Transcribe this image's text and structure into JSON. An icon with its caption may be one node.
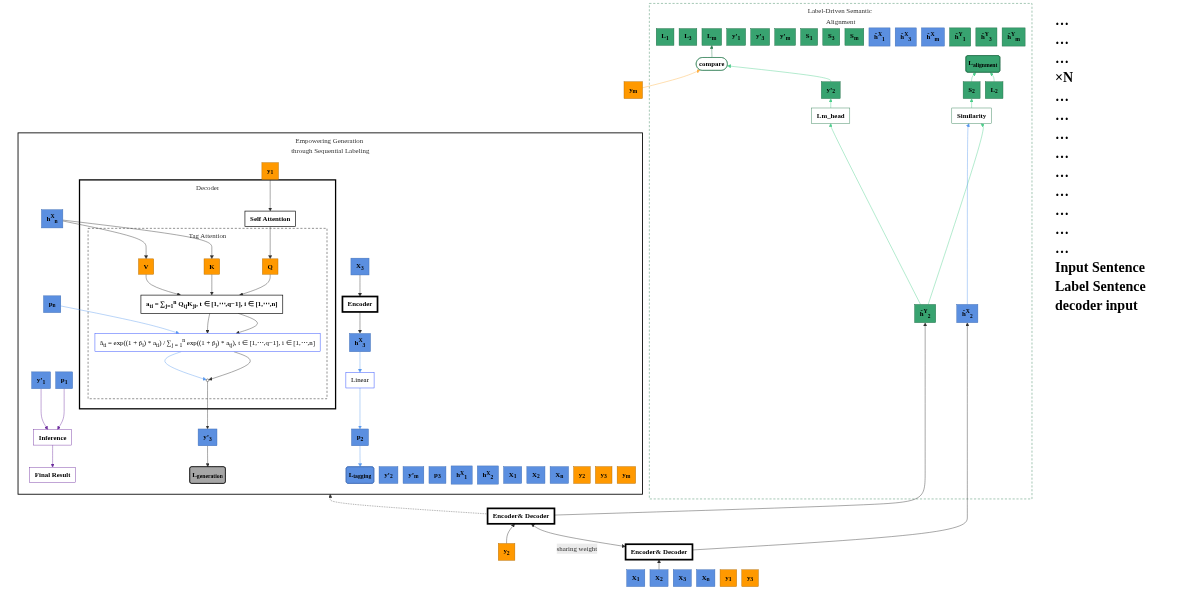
{
  "diagram": {
    "nodes": [
      {
        "text": [
          "Label-Driven Semantic Alignment"
        ]
      },
      {
        "text": [
          "L$_{1}$"
        ],
        "in": 0
      },
      {
        "text": [
          "L$_{2}$"
        ],
        "in": 0
      },
      {
        "text": [
          "L$_{3}$"
        ],
        "in": 0
      },
      {
        "text": [
          "L$_{m}$"
        ],
        "in": 0
      },
      {
        "text": [
          "compare"
        ],
        "in": 0
      },
      {
        "text": [
          "L$_{alignment}$"
        ],
        "in": 0
      },
      {
        "text": [
          "y’$_{1}$"
        ],
        "in": 0
      },
      {
        "text": [
          "y’$_{2}$"
        ],
        "in": 0
      },
      {
        "text": [
          "y’$_{3}$"
        ],
        "in": 0
      },
      {
        "text": [
          "y’$_{m}$"
        ],
        "in": 0
      },
      {
        "text": [
          "S$_{1}$"
        ],
        "in": 0
      },
      {
        "text": [
          "S$_{2}$"
        ],
        "in": 0
      },
      {
        "text": [
          "S$_{3}$"
        ],
        "in": 0
      },
      {
        "text": [
          "S$_{m}$"
        ],
        "in": 0
      },
      {
        "text": [
          "Lm_head"
        ],
        "in": 0
      },
      {
        "text": [
          "Similarity"
        ],
        "in": 0
      },
      {
        "text": [
          "ĥ$^{X}$$_{1}$"
        ],
        "in": 0
      },
      {
        "text": [
          "ĥ$^{X}$$_{2}$"
        ],
        "in": 0
      },
      {
        "text": [
          "ĥ$^{X}$$_{3}$"
        ],
        "in": 0
      },
      {
        "text": [
          "ĥ$^{X}$$_{m}$"
        ],
        "in": 0
      },
      {
        "text": [
          "ĥ$^{Y}$$_{1}$"
        ],
        "in": 0
      },
      {
        "text": [
          "ĥ$^{Y}$$_{2}$"
        ],
        "in": 0
      },
      {
        "text": [
          "ĥ$^{Y}$$_{3}$"
        ],
        "in": 0
      },
      {
        "text": [
          "ĥ$^{Y}$$_{m}$"
        ],
        "in": 0
      },
      {
        "text": [
          "Encoder& Decoder"
        ]
      },
      {
        "text": [
          "Encoder& Decoder"
        ]
      },
      {
        "text": [
          "X$_{1}$"
        ]
      },
      {
        "text": [
          "X$_{2}$"
        ]
      },
      {
        "text": [
          "X$_{3}$"
        ]
      },
      {
        "text": [
          "X$_{n}$"
        ]
      },
      {
        "text": [
          "y$_{1}$"
        ]
      },
      {
        "text": [
          "y$_{2}$"
        ]
      },
      {
        "text": [
          "y$_{3}$"
        ]
      },
      {
        "text": [
          "y$_{m}$"
        ]
      },
      {
        "text": [
          "Empowering Generation through Sequential Labeling"
        ]
      },
      {
        "text": [
          "Final Result"
        ],
        "in": 35
      },
      {
        "text": [
          "L$_{generation}$"
        ],
        "in": 35
      },
      {
        "text": [
          "Inference"
        ],
        "in": 35
      },
      {
        "text": [
          "y’$_{1}$"
        ],
        "in": 35
      },
      {
        "text": [
          "y’$_{2}$"
        ],
        "in": 35
      },
      {
        "text": [
          "y’$_{3}$"
        ],
        "in": 35
      },
      {
        "text": [
          "y’$_{m}$"
        ],
        "in": 35
      },
      {
        "text": [
          "Decoder"
        ],
        "in": 35
      },
      {
        "text": [
          "Tag Attention"
        ],
        "in": 43
      },
      {
        "text": [
          "L$_{tagging}$"
        ],
        "in": 35
      },
      {
        "text": [],
        "shape": "circle",
        "in": 44
      },
      {
        "text": [
          "p$_{1}$"
        ],
        "in": 35
      },
      {
        "text": [
          "p$_{2}$"
        ],
        "in": 35
      },
      {
        "text": [
          "p$_{3}$"
        ],
        "in": 35
      },
      {
        "text": [
          "p$_{n}$"
        ],
        "in": 35
      },
      {
        "text": [
          "ã$_{ti}$ = exp((1 + p̃$_{i}$) * a$_{ti}$) / ∑$_{j = 1}$$^{n}$ exp((1 + p̃$_{j}$) * a$_{tj}$), t ∈ [1,⋯,q−1], i ∈ [1,⋯,n]"
        ],
        "in": 44
      },
      {
        "text": [
          "Linear"
        ],
        "in": 35
      },
      {
        "text": [
          "a$_{ti}$ = ∑$_{j=1}$$^{n}$ Q$_{tj}$K$_{ji}$, t ∈ [1,⋯,q−1], i ∈ [1,⋯,n]"
        ],
        "in": 44
      },
      {
        "text": [
          "h$^{X}$$_{1}$"
        ],
        "in": 35
      },
      {
        "text": [
          "h$^{X}$$_{2}$"
        ],
        "in": 35
      },
      {
        "text": [
          "h$^{X}$$_{3}$"
        ],
        "in": 35
      },
      {
        "text": [
          "h$^{X}$$_{n}$"
        ],
        "in": 35
      },
      {
        "text": [
          "V"
        ],
        "in": 44
      },
      {
        "text": [
          "K"
        ],
        "in": 44
      },
      {
        "text": [
          "Q"
        ],
        "in": 44
      },
      {
        "text": [
          "Encoder"
        ],
        "in": 35
      },
      {
        "text": [
          "Self Attention"
        ],
        "in": 43
      },
      {
        "text": [
          "X$_{1}$"
        ],
        "in": 35
      },
      {
        "text": [
          "X$_{2}$"
        ],
        "in": 35
      },
      {
        "text": [
          "X$_{3}$"
        ],
        "in": 35
      },
      {
        "text": [
          "X$_{n}$"
        ],
        "in": 35
      },
      {
        "text": [
          "y$_{1}$"
        ],
        "in": 35
      },
      {
        "text": [
          "y$_{2}$"
        ],
        "in": 35
      },
      {
        "text": [
          "y$_{3}$"
        ],
        "in": 35
      },
      {
        "text": [
          "y$_{m}$"
        ],
        "in": 35
      }
    ],
    "edges": [
      {
        "from": 2,
        "to": 6,
        "arrow": "to",
        "color": "#4fd08e"
      },
      {
        "from": 5,
        "to": 4,
        "arrow": "to",
        "color": "#2e7d52"
      },
      {
        "from": 8,
        "to": 5,
        "arrow": "to",
        "color": "#4fd08e"
      },
      {
        "from": 15,
        "to": 8,
        "arrow": "to",
        "color": "#4fd08e"
      },
      {
        "from": 12,
        "to": 6,
        "arrow": "to",
        "color": "#4fd08e"
      },
      {
        "from": 16,
        "to": 12,
        "arrow": "to",
        "color": "#4fd08e"
      },
      {
        "from": 22,
        "to": 15,
        "arrow": "to",
        "color": "#4fd08e"
      },
      {
        "from": 22,
        "to": 16,
        "arrow": "to",
        "color": "#4fd08e"
      },
      {
        "from": 18,
        "to": 16,
        "arrow": "to",
        "color": "#5b9bef"
      },
      {
        "from": 25,
        "to": 18,
        "arrow": "to"
      },
      {
        "from": 26,
        "to": 22,
        "arrow": "to"
      },
      {
        "from": 25,
        "to": 26,
        "arrow": "both",
        "label": "sharing weight"
      },
      {
        "from": 28,
        "to": 25,
        "arrow": "to"
      },
      {
        "from": 32,
        "to": 26,
        "arrow": "to"
      },
      {
        "from": 34,
        "to": 5,
        "arrow": "to",
        "color": "#ffb347"
      },
      {
        "from": 26,
        "to": 35,
        "arrow": "to",
        "style": "dashed"
      },
      {
        "from": 38,
        "to": 36,
        "arrow": "to",
        "color": "#7030a0"
      },
      {
        "from": 39,
        "to": 38,
        "arrow": "to",
        "color": "#7030a0"
      },
      {
        "from": 47,
        "to": 38,
        "arrow": "to",
        "color": "#7030a0"
      },
      {
        "from": 41,
        "to": 37,
        "arrow": "to"
      },
      {
        "from": 46,
        "to": 41,
        "arrow": "to"
      },
      {
        "from": 51,
        "to": 46,
        "arrow": "to",
        "color": "#5b9bef"
      },
      {
        "from": 51,
        "to": 46,
        "arrow": "to"
      },
      {
        "from": 50,
        "to": 51,
        "arrow": "to",
        "color": "#5b9bef"
      },
      {
        "from": 48,
        "to": 45,
        "arrow": "to",
        "color": "#5b9bef"
      },
      {
        "from": 52,
        "to": 48,
        "arrow": "to",
        "color": "#5b9bef"
      },
      {
        "from": 56,
        "to": 52,
        "arrow": "to",
        "color": "#5b9bef"
      },
      {
        "from": 61,
        "to": 56,
        "arrow": "to"
      },
      {
        "from": 65,
        "to": 61,
        "arrow": "to"
      },
      {
        "from": 53,
        "to": 51,
        "arrow": "to"
      },
      {
        "from": 53,
        "to": 51,
        "arrow": "to"
      },
      {
        "from": 58,
        "to": 53,
        "arrow": "to"
      },
      {
        "from": 59,
        "to": 53,
        "arrow": "to"
      },
      {
        "from": 60,
        "to": 53,
        "arrow": "to"
      },
      {
        "from": 57,
        "to": 58,
        "arrow": "to"
      },
      {
        "from": 57,
        "to": 59,
        "arrow": "to"
      },
      {
        "from": 62,
        "to": 60,
        "arrow": "to"
      },
      {
        "from": 67,
        "to": 62,
        "arrow": "to"
      }
    ],
    "labels": [
      "…",
      "…",
      "…",
      "×N",
      "…",
      "…",
      "…",
      "…",
      "…",
      "…",
      "…",
      "…",
      "…",
      "Input Sentence",
      "Label Sentence",
      "decoder input"
    ]
  }
}
